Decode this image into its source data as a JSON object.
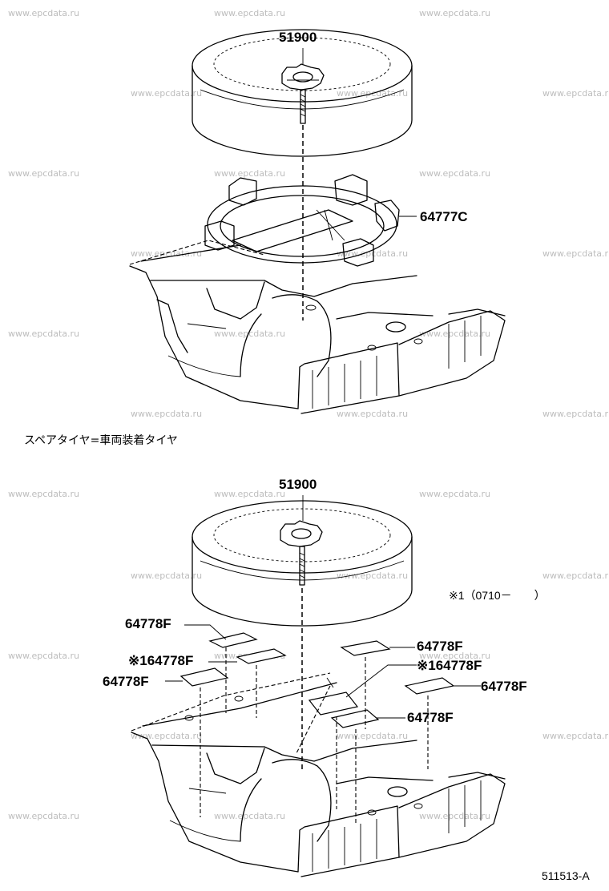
{
  "watermark": "www.epcdata.ru",
  "upper": {
    "label_tire": "51900",
    "label_holder": "64777C"
  },
  "section_caption": "スペアタイヤ=車両装着タイヤ",
  "lower": {
    "label_tire": "51900",
    "note": "※1（0710－　　）",
    "pads": [
      {
        "label": "64778F"
      },
      {
        "label": "※164778F"
      },
      {
        "label": "64778F"
      },
      {
        "label": "64778F"
      },
      {
        "label": "※164778F"
      },
      {
        "label": "64778F"
      },
      {
        "label": "64778F"
      }
    ]
  },
  "drawing_code": "511513-A"
}
